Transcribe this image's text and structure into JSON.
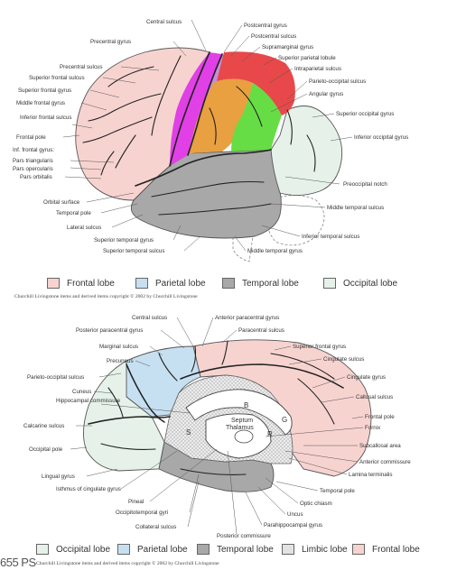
{
  "lateral_labels": {
    "central_sulcus": "Central sulcus",
    "postcentral_gyrus": "Postcentral gyrus",
    "postcentral_sulcus": "Postcentral sulcus",
    "precentral_gyrus": "Precentral gyrus",
    "supramarginal_gyrus": "Supramarginal gyrus",
    "superior_parietal_lobule": "Superior parietal lobule",
    "precentral_sulcus": "Precentral sulcus",
    "intraparietal_sulcus": "Intraparietal sulcus",
    "superior_frontal_sulcus": "Superior frontal sulcus",
    "parieto_occipital_sulcus": "Parieto-occipital sulcus",
    "superior_frontal_gyrus": "Superior frontal gyrus",
    "angular_gyrus": "Angular gyrus",
    "middle_frontal_gyrus": "Middle frontal gyrus",
    "superior_occipital_gyrus": "Superior occipital gyrus",
    "inferior_frontal_sulcus": "Inferior frontal sulcus",
    "frontal_pole": "Frontal pole",
    "inferior_occipital_gyrus": "Inferior occipital gyrus",
    "inf_frontal_gyrus": "Inf. frontal gyrus:",
    "pars_triangularis": "Pars triangularis",
    "pars_opercularis": "Pars opercularis",
    "pars_orbitalis": "Pars orbitalis",
    "preoccipital_notch": "Preoccipital notch",
    "orbital_surface": "Orbital surface",
    "temporal_pole": "Temporal pole",
    "middle_temporal_sulcus": "Middle temporal sulcus",
    "lateral_sulcus": "Lateral sulcus",
    "inferior_temporal_sulcus": "Inferior temporal sulcus",
    "superior_temporal_gyrus": "Superior temporal gyrus",
    "superior_temporal_sulcus": "Superior temporal sulcus",
    "middle_temporal_gyrus": "Middle temporal gyrus"
  },
  "legend_top": [
    {
      "label": "Frontal lobe",
      "color": "#f7d3cf"
    },
    {
      "label": "Parietal lobe",
      "color": "#c6e0f2"
    },
    {
      "label": "Temporal lobe",
      "color": "#a8a8a8"
    },
    {
      "label": "Occipital lobe",
      "color": "#e6f2e9"
    }
  ],
  "copyright_top": "Churchill Livingstone items and derived items copyright © 2002 by Churchill Livingstone",
  "medial_labels": {
    "central_sulcus": "Central sulcus",
    "anterior_paracentral_gyrus": "Anterior paracentral gyrus",
    "posterior_paracentral_gyrus": "Posterior paracentral gyrus",
    "paracentral_sulcus": "Paracentral sulcus",
    "marginal_sulcus": "Marginal sulcus",
    "superior_frontal_gyrus": "Superior frontal gyrus",
    "precuneus": "Precuneus",
    "cingulate_sulcus": "Cingulate sulcus",
    "parieto_occipital_sulcus": "Parieto-occipital sulcus",
    "cingulate_gyrus": "Cingulate gyrus",
    "cuneus": "Cuneus",
    "hippocampal_commissure": "Hippocampal commissure",
    "callosal_sulcus": "Callosal sulcus",
    "calcarine_sulcus": "Calcarine sulcus",
    "frontal_pole": "Frontal pole",
    "fornix": "Fornix",
    "occipital_pole": "Occipital pole",
    "subcallosal_area": "Subcallosal area",
    "anterior_commissure": "Anterior commissure",
    "lingual_gyrus": "Lingual gyrus",
    "lamina_terminalis": "Lamina terminalis",
    "isthmus_cingulate": "Isthmus of cingulate gyrus",
    "temporal_pole": "Temporal pole",
    "pineal": "Pineal",
    "optic_chiasm": "Optic chiasm",
    "occipitotemporal_gyri": "Occipitotemporal gyri",
    "uncus": "Uncus",
    "collateral_sulcus": "Collateral sulcus",
    "parahippocampal_gyrus": "Parahippocampal gyrus",
    "posterior_commissure": "Posterior commissure",
    "letter_b": "B",
    "letter_g": "G",
    "septum": "Septum",
    "letter_s": "S",
    "thalamus": "Thalamus",
    "letter_r": "R"
  },
  "legend_bottom": [
    {
      "label": "Occipital lobe",
      "color": "#e6f2e9"
    },
    {
      "label": "Parietal lobe",
      "color": "#c6e0f2"
    },
    {
      "label": "Temporal lobe",
      "color": "#a8a8a8"
    },
    {
      "label": "Limbic lobe",
      "color": "#e2e2e2"
    },
    {
      "label": "Frontal lobe",
      "color": "#f7d3cf"
    }
  ],
  "copyright_bottom": "Churchill Livingstone items and derived items copyright © 2002 by Churchill Livingstone",
  "corner_text": "655 PS"
}
